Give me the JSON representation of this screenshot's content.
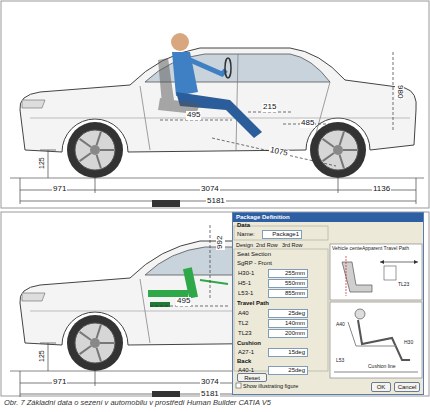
{
  "diagram": {
    "caption": "Obr. 7 Základní data o sezení v automobilu v prostředí Human Builder CATIA V5",
    "nodes": [
      {
        "text": [
          "Package Definition"
        ]
      },
      {
        "text": [
          "Reset"
        ],
        "in": 0
      },
      {
        "text": [
          "OK"
        ],
        "in": 0
      },
      {
        "text": [
          "Cancel"
        ],
        "in": 0
      }
    ],
    "labels": [
      "495",
      "215",
      "485",
      "1075",
      "980",
      "125",
      "971",
      "3074",
      "1136",
      "5181",
      "495",
      "992",
      "125",
      "971",
      "3074",
      "5181",
      "Data",
      "Name:",
      "Package1",
      "Design",
      "2nd Row",
      "3rd Row",
      "Seat Section",
      "SgRP - Front",
      "H30-1",
      "255mm",
      "H5-1",
      "550mm",
      "L53-1",
      "855mm",
      "Travel Path",
      "A40",
      "25deg",
      "TL2",
      "140mm",
      "TL23",
      "200mm",
      "Cushion",
      "A27-1",
      "15deg",
      "Back",
      "A40-1",
      "25deg",
      "Show illustrating figure",
      "Vehicle center line",
      "Apparent Travel Path",
      "TL23",
      "A40",
      "H30",
      "L53",
      "Cushion line"
    ]
  }
}
